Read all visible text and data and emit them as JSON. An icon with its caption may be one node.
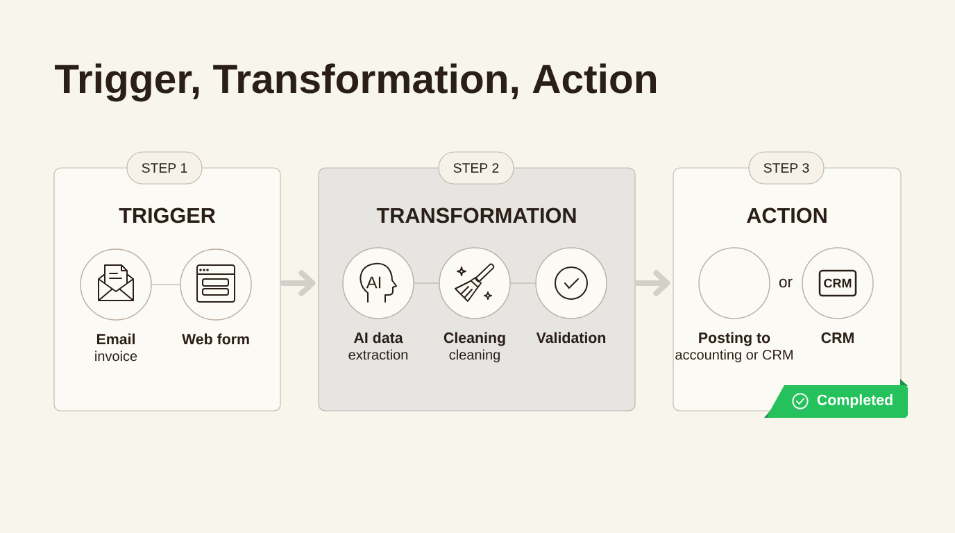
{
  "diagram": {
    "title": "Trigger, Transformation, Action",
    "nodes": [
      {
        "text": [
          "TRIGGER"
        ]
      },
      {
        "text": [
          "STEP 1"
        ]
      },
      {
        "text": [
          "Email",
          "invoice"
        ],
        "in": 0
      },
      {
        "text": [
          "Web form"
        ],
        "in": 0
      },
      {
        "text": [
          "TRANSFORMATION"
        ]
      },
      {
        "text": [
          "STEP 2"
        ]
      },
      {
        "text": [
          "AI data",
          "extraction"
        ],
        "in": 4
      },
      {
        "text": [
          "Cleaning",
          "cleaning"
        ],
        "in": 4
      },
      {
        "text": [
          "Validation"
        ],
        "in": 4
      },
      {
        "text": [
          "ACTION"
        ]
      },
      {
        "text": [
          "STEP 3"
        ]
      },
      {
        "text": [
          "Posting to",
          "accounting or CRM"
        ],
        "in": 9
      },
      {
        "text": [
          "CRM"
        ],
        "in": 9
      },
      {
        "text": [
          "CRM"
        ],
        "in": 12
      },
      {
        "text": [
          "Completed"
        ]
      }
    ],
    "edges": [
      {
        "from": 2,
        "to": 3,
        "arrow": "none"
      },
      {
        "from": 0,
        "to": 4,
        "arrow": "to",
        "style": "thick",
        "color": "#d3cfc9"
      },
      {
        "from": 6,
        "to": 7,
        "arrow": "none"
      },
      {
        "from": 7,
        "to": 8,
        "arrow": "none"
      },
      {
        "from": 4,
        "to": 9,
        "arrow": "to",
        "style": "thick",
        "color": "#d3cfc9"
      }
    ],
    "labels": [
      "AI",
      "or"
    ]
  }
}
